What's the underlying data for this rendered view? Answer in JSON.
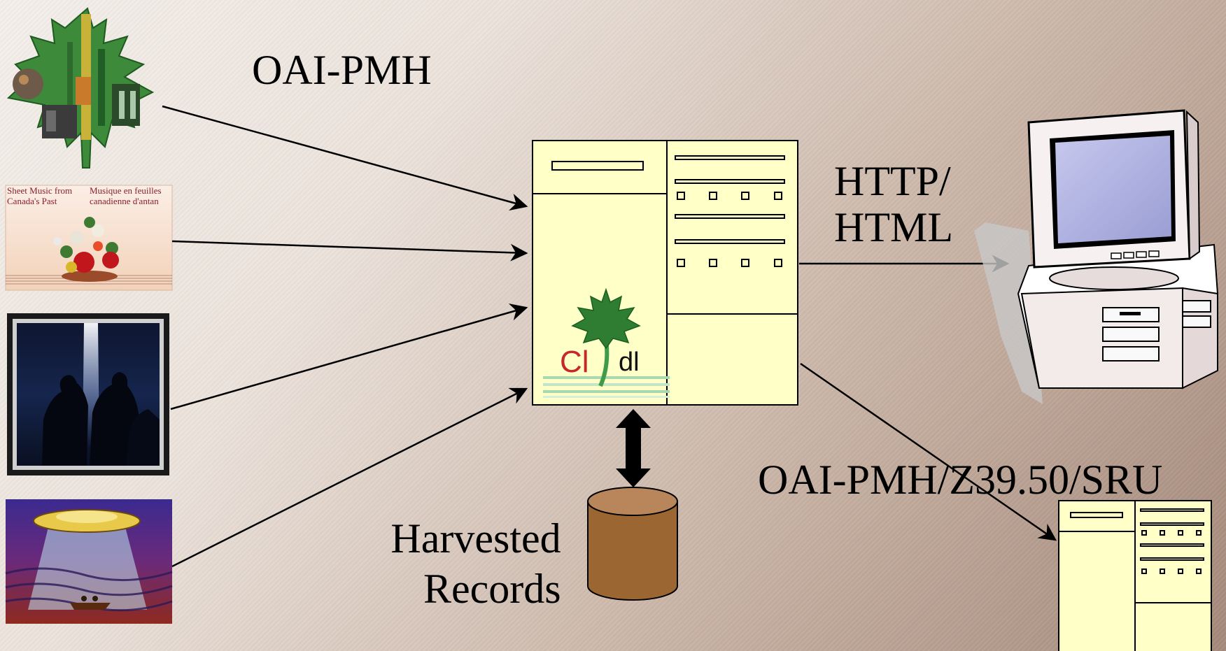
{
  "labels": {
    "oai_pmh": "OAI-PMH",
    "http_line1": "HTTP/",
    "http_line2": "HTML",
    "protocols": "OAI-PMH/Z39.50/SRU",
    "harvested_line1": "Harvested",
    "harvested_line2": "Records"
  },
  "sources": {
    "sheet_music": {
      "caption_en_line1": "Sheet Music from",
      "caption_en_line2": "Canada's Past",
      "caption_fr_line1": "Musique en feuilles",
      "caption_fr_line2": "canadienne d'antan"
    }
  },
  "logo": {
    "part1": "Cl",
    "part2": "dl"
  },
  "colors": {
    "server_fill": "#ffffc8",
    "database_fill": "#9b6632",
    "database_top": "#b8865a",
    "logo_red": "#c8262c",
    "leaf_green": "#2e7d32"
  },
  "icons": [
    "maple-leaf-collage-icon",
    "sheet-music-bouquet-icon",
    "soldiers-silhouette-icon",
    "canoe-ufo-painting-icon",
    "server-tower-icon",
    "database-cylinder-icon",
    "desktop-computer-icon"
  ]
}
